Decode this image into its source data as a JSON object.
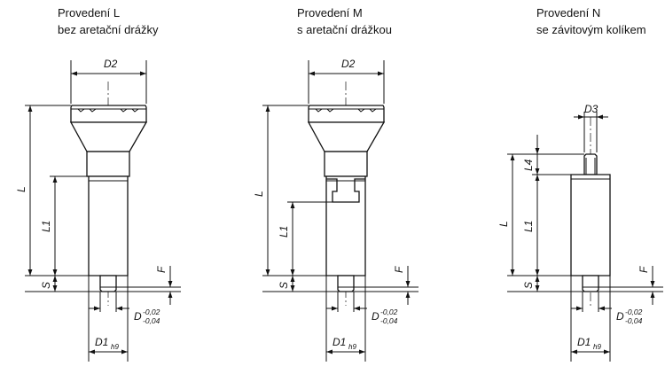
{
  "variants": [
    {
      "title": "Provedení L",
      "subtitle": "bez aretační drážky"
    },
    {
      "title": "Provedení M",
      "subtitle": "s aretační drážkou"
    },
    {
      "title": "Provedení N",
      "subtitle": "se závitovým kolíkem"
    }
  ],
  "dims": {
    "d2": "D2",
    "d3": "D3",
    "l": "L",
    "l1": "L1",
    "l4": "L4",
    "s": "S",
    "f": "F",
    "d": "D",
    "d_tol_upper": "-0,02",
    "d_tol_lower": "-0,04",
    "d1": "D1",
    "d1_fit": "h9"
  }
}
